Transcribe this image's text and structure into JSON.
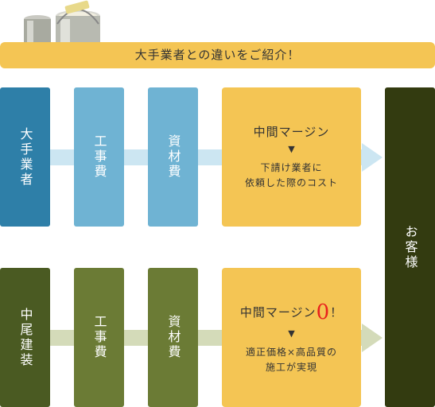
{
  "header": {
    "banner_text": "大手業者との違いをご紹介！"
  },
  "row1": {
    "company": "大手業者",
    "construction_cost": "工事費",
    "material_cost": "資材費",
    "margin_title": "中間マージン",
    "pointer": "▼",
    "margin_desc_1": "下請け業者に",
    "margin_desc_2": "依頼した際のコスト"
  },
  "row2": {
    "company": "中尾建装",
    "construction_cost": "工事費",
    "material_cost": "資材費",
    "margin_title": "中間マージン",
    "margin_zero": "0",
    "margin_excl": "！",
    "pointer": "▼",
    "margin_desc_1": "適正価格×高品質の",
    "margin_desc_2": "施工が実現"
  },
  "customer": "お客様",
  "colors": {
    "big_company": "#2e7fa8",
    "big_cost": "#6fb3d3",
    "big_band": "#cce6f2",
    "local_company": "#4a5a22",
    "local_cost": "#6b7b35",
    "local_band": "#d4dbb9",
    "margin": "#f4c554",
    "customer": "#333b10",
    "accent_red": "#e8211d"
  }
}
